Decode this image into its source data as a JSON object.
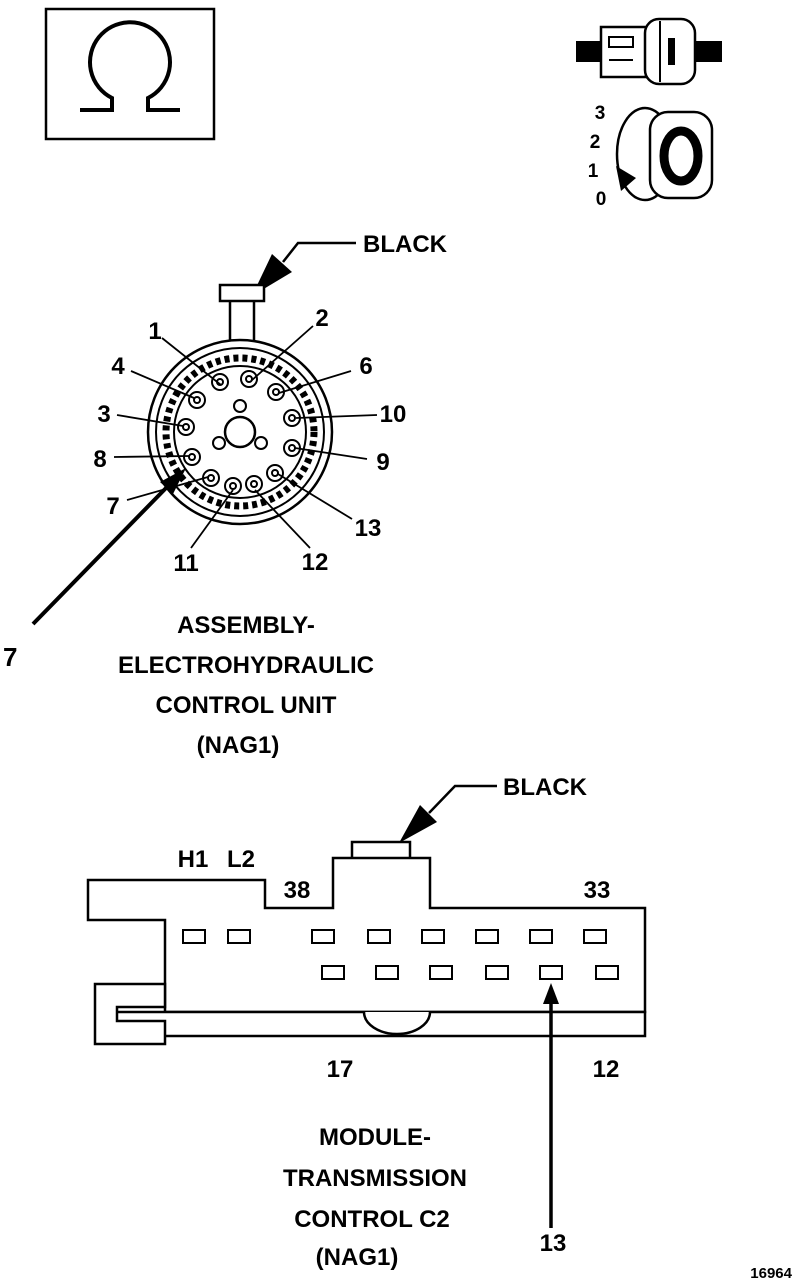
{
  "figure_number": "16964",
  "top_right_connector": {
    "keyway_numbers": [
      "3",
      "2",
      "1",
      "0"
    ]
  },
  "round_connector": {
    "wire_color_label": "BLACK",
    "pin_labels": {
      "p1": "1",
      "p2": "2",
      "p3": "3",
      "p4": "4",
      "p6": "6",
      "p7": "7",
      "p8": "8",
      "p9": "9",
      "p10": "10",
      "p11": "11",
      "p12": "12",
      "p13": "13"
    },
    "callout_label": "7",
    "caption": [
      "ASSEMBLY-",
      "ELECTROHYDRAULIC",
      "CONTROL UNIT",
      "(NAG1)"
    ]
  },
  "rect_connector": {
    "wire_color_label": "BLACK",
    "corner_labels": {
      "h1": "H1",
      "l2": "L2",
      "top_left_pin": "38",
      "top_right_pin": "33",
      "bottom_left_pin": "17",
      "bottom_right_pin": "12"
    },
    "callout_label": "13",
    "caption": [
      "MODULE-",
      "TRANSMISSION",
      "CONTROL C2",
      "(NAG1)"
    ]
  }
}
